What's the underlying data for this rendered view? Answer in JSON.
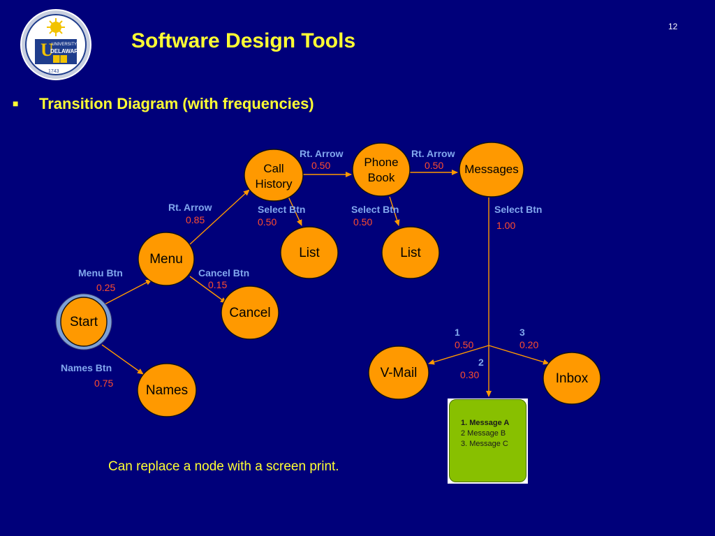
{
  "slide": {
    "page_number": "12",
    "title": "Software Design Tools",
    "bullet": "Transition Diagram (with frequencies)",
    "footnote": "Can replace a node with a screen print."
  },
  "logo": {
    "name": "University of Delaware seal",
    "text_top": "UNIVERSITY OF",
    "text_main": "DELAWARE",
    "year": "1743",
    "colors": {
      "blue": "#1f3d8c",
      "gold": "#f2c200",
      "ring": "#c8cfe0"
    }
  },
  "colors": {
    "background": "#00007a",
    "title": "#ffff33",
    "node_fill": "#ff9900",
    "edge": "#ff9900",
    "transition_label": "#82a8ee",
    "frequency": "#ff4d2e"
  },
  "nodes": {
    "start": "Start",
    "menu": "Menu",
    "names": "Names",
    "cancel": "Cancel",
    "call_history": "Call History",
    "phone_book": "Phone Book",
    "list_1": "List",
    "list_2": "List",
    "messages": "Messages",
    "vmail": "V-Mail",
    "inbox": "Inbox"
  },
  "edges": {
    "start_menu": {
      "label": "Menu Btn",
      "freq": "0.25"
    },
    "start_names": {
      "label": "Names Btn",
      "freq": "0.75"
    },
    "menu_callhistory": {
      "label": "Rt. Arrow",
      "freq": "0.85"
    },
    "menu_cancel": {
      "label": "Cancel Btn",
      "freq": "0.15"
    },
    "callhistory_phonebook": {
      "label": "Rt. Arrow",
      "freq": "0.50"
    },
    "callhistory_list": {
      "label": "Select Btn",
      "freq": "0.50"
    },
    "phonebook_messages": {
      "label": "Rt. Arrow",
      "freq": "0.50"
    },
    "phonebook_list": {
      "label": "Select Btn",
      "freq": "0.50"
    },
    "messages_select": {
      "label": "Select Btn",
      "freq": "1.00"
    },
    "to_vmail": {
      "label": "1",
      "freq": "0.50"
    },
    "to_screen": {
      "label": "2",
      "freq": "0.30"
    },
    "to_inbox": {
      "label": "3",
      "freq": "0.20"
    }
  },
  "screen_print": {
    "items": [
      "1. Message A",
      "2  Message B",
      "3. Message C"
    ]
  }
}
